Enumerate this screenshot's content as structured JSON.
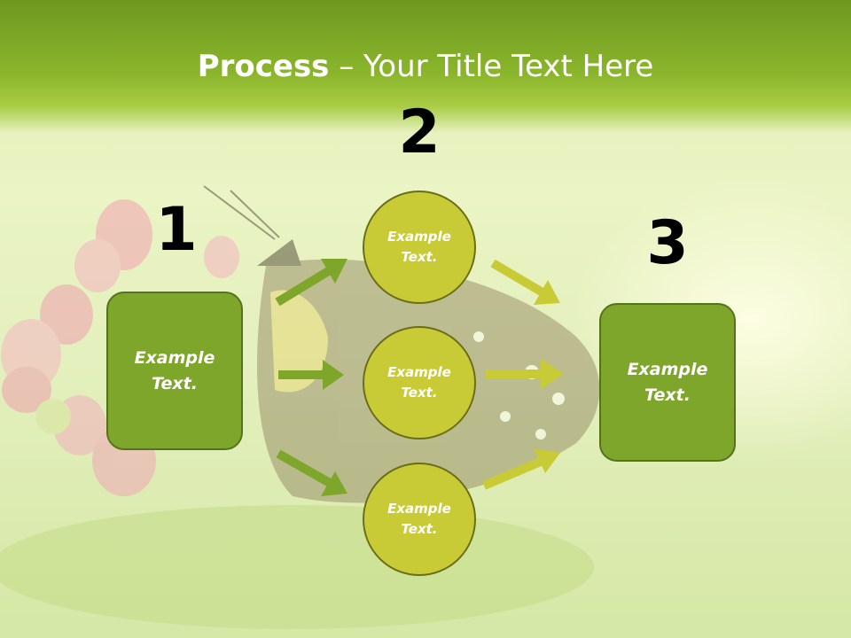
{
  "slide": {
    "title_bold": "Process",
    "title_rest": " – Your Title Text Here"
  },
  "steps": {
    "one": "1",
    "two": "2",
    "three": "3"
  },
  "boxes": {
    "left": "Example Text.",
    "right": "Example Text."
  },
  "circles": [
    "Example Text.",
    "Example Text.",
    "Example Text."
  ],
  "colors": {
    "header": "#8ab52b",
    "box_fill": "#7ea62a",
    "circle_fill": "#c9cb36",
    "arrow_left": "#7ea62a",
    "arrow_right": "#c9cb36"
  }
}
